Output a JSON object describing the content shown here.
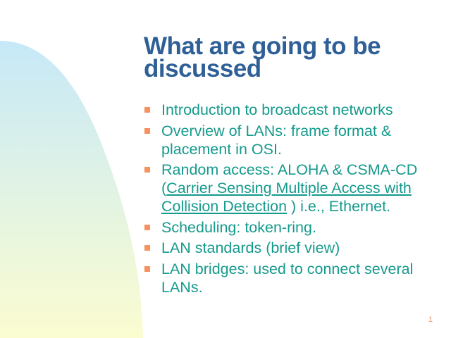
{
  "title": "What are going to be discussed",
  "bullets": [
    {
      "text": "Introduction to broadcast networks"
    },
    {
      "text": "Overview of LANs: frame format & placement in OSI."
    },
    {
      "pre": "Random access: ALOHA & CSMA-CD (",
      "link": "Carrier Sensing Multiple Access with Collision Detection",
      "post": " ) i.e., Ethernet."
    },
    {
      "text": "Scheduling: token-ring."
    },
    {
      "text": "LAN standards (brief view)"
    },
    {
      "text": "LAN bridges: used to connect several LANs."
    }
  ],
  "page_number": "1",
  "colors": {
    "title": "#2f5f97",
    "body": "#159a8c",
    "bullet": "#f5925f"
  }
}
